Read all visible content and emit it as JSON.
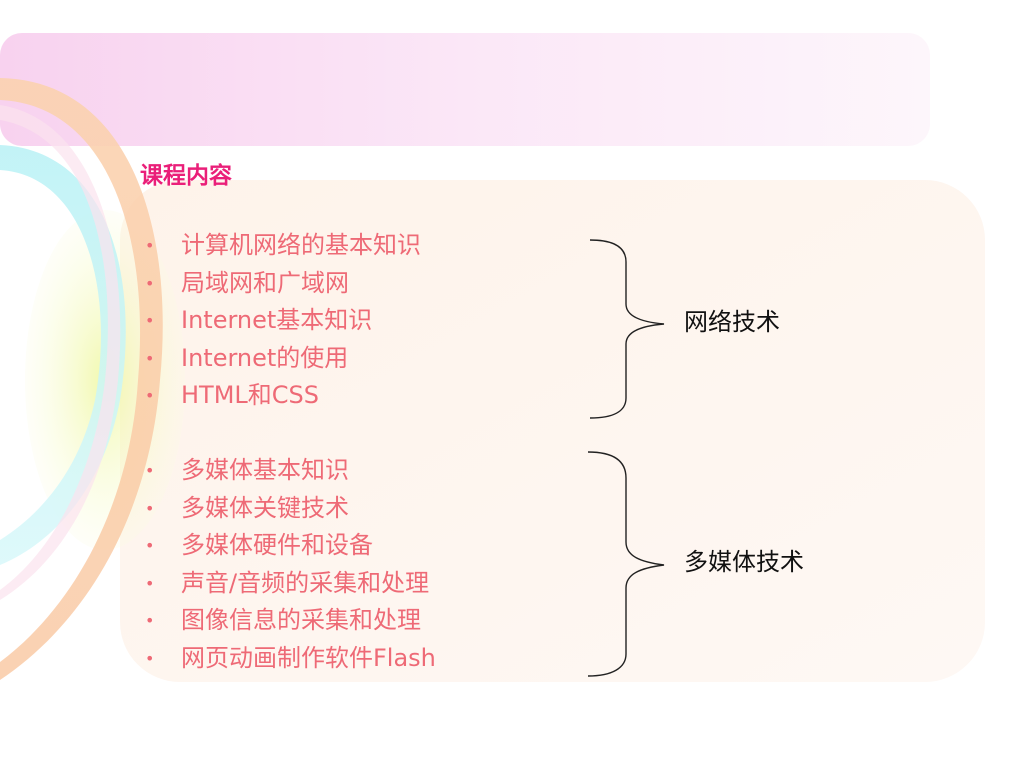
{
  "title": "课程内容",
  "groups": [
    {
      "items": [
        "计算机网络的基本知识",
        "局域网和广域网",
        "Internet基本知识",
        "Internet的使用",
        "HTML和CSS"
      ],
      "brace_label": "网络技术"
    },
    {
      "items": [
        "多媒体基本知识",
        "多媒体关键技术",
        "多媒体硬件和设备",
        "声音/音频的采集和处理",
        "图像信息的采集和处理",
        "网页动画制作软件Flash"
      ],
      "brace_label": "多媒体技术"
    }
  ],
  "bullet_glyph": "•",
  "colors": {
    "title": "#ea1f79",
    "items": "#ee6a76",
    "label": "#111111",
    "panel": "#fdf5ef",
    "header_band": "#fbe6f6"
  }
}
